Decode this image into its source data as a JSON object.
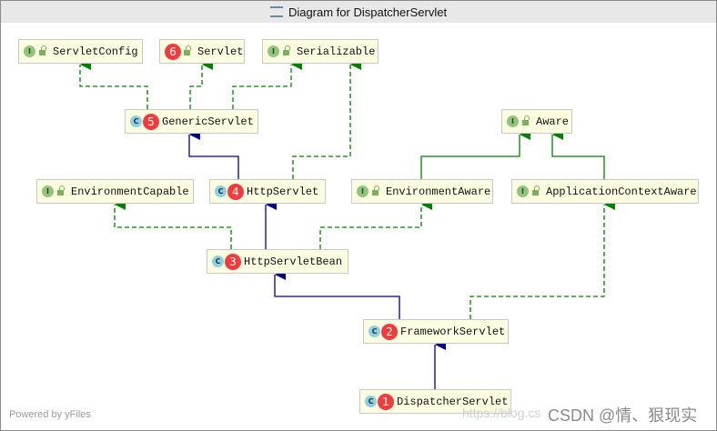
{
  "window": {
    "title": "Diagram for DispatcherServlet"
  },
  "nodes": {
    "servletConfig": {
      "label": "ServletConfig",
      "kind": "interface"
    },
    "servlet": {
      "label": "Servlet",
      "kind": "interface",
      "badge": "6"
    },
    "serializable": {
      "label": "Serializable",
      "kind": "interface"
    },
    "genericServlet": {
      "label": "GenericServlet",
      "kind": "abstract-class",
      "badge": "5"
    },
    "aware": {
      "label": "Aware",
      "kind": "interface"
    },
    "environmentCapable": {
      "label": "EnvironmentCapable",
      "kind": "interface"
    },
    "httpServlet": {
      "label": "HttpServlet",
      "kind": "abstract-class",
      "badge": "4"
    },
    "environmentAware": {
      "label": "EnvironmentAware",
      "kind": "interface"
    },
    "applicationContextAware": {
      "label": "ApplicationContextAware",
      "kind": "interface"
    },
    "httpServletBean": {
      "label": "HttpServletBean",
      "kind": "abstract-class",
      "badge": "3"
    },
    "frameworkServlet": {
      "label": "FrameworkServlet",
      "kind": "abstract-class",
      "badge": "2"
    },
    "dispatcherServlet": {
      "label": "DispatcherServlet",
      "kind": "class",
      "badge": "1"
    }
  },
  "icons": {
    "interface": "I",
    "class": "C"
  },
  "edges": [
    {
      "from": "GenericServlet",
      "to": "ServletConfig",
      "type": "implements"
    },
    {
      "from": "GenericServlet",
      "to": "Servlet",
      "type": "implements"
    },
    {
      "from": "GenericServlet",
      "to": "Serializable",
      "type": "implements"
    },
    {
      "from": "HttpServlet",
      "to": "Serializable",
      "type": "implements"
    },
    {
      "from": "HttpServlet",
      "to": "GenericServlet",
      "type": "extends"
    },
    {
      "from": "EnvironmentAware",
      "to": "Aware",
      "type": "interface-extends"
    },
    {
      "from": "ApplicationContextAware",
      "to": "Aware",
      "type": "interface-extends"
    },
    {
      "from": "HttpServletBean",
      "to": "EnvironmentCapable",
      "type": "implements"
    },
    {
      "from": "HttpServletBean",
      "to": "HttpServlet",
      "type": "extends"
    },
    {
      "from": "HttpServletBean",
      "to": "EnvironmentAware",
      "type": "implements"
    },
    {
      "from": "FrameworkServlet",
      "to": "HttpServletBean",
      "type": "extends"
    },
    {
      "from": "FrameworkServlet",
      "to": "ApplicationContextAware",
      "type": "implements"
    },
    {
      "from": "DispatcherServlet",
      "to": "FrameworkServlet",
      "type": "extends"
    }
  ],
  "colors": {
    "implements": "#008000",
    "extends": "#00008b",
    "badge": "#f03c3c",
    "node_bg": "#fdfde2"
  },
  "footer": {
    "powered_by": "Powered by yFiles"
  },
  "watermark": {
    "url": "https://blog.cs",
    "csdn": "CSDN @情、狠现实"
  }
}
